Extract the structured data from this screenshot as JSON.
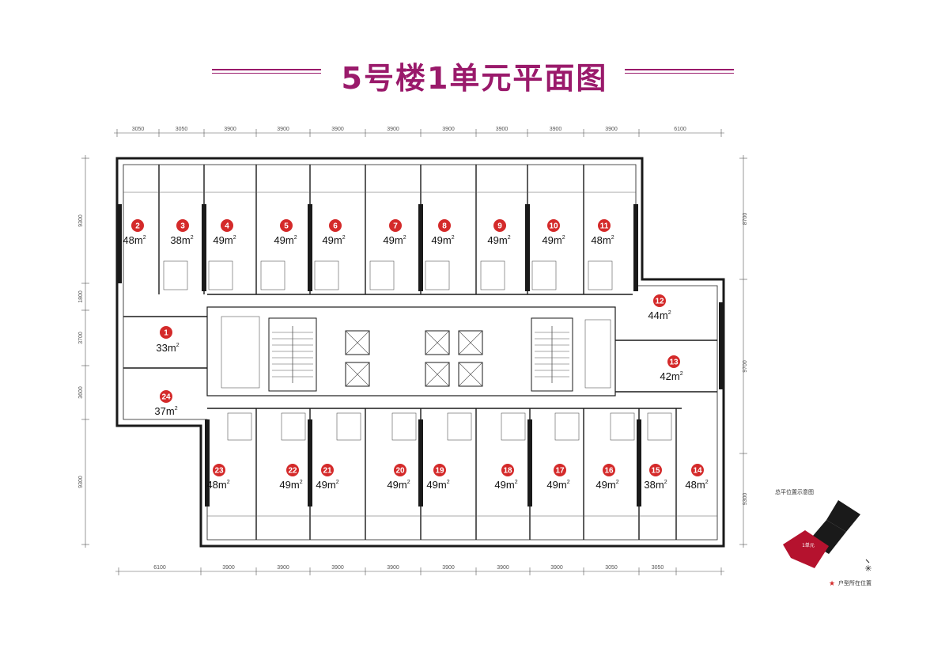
{
  "title": "5号楼1单元平面图",
  "colors": {
    "title": "#9a1a6b",
    "unit_marker": "#d42a2a",
    "wall": "#1a1a1a",
    "line": "#555555"
  },
  "dimensions": {
    "top": [
      "3050",
      "3050",
      "3900",
      "3900",
      "3900",
      "3900",
      "3900",
      "3900",
      "3900",
      "3900",
      "6100"
    ],
    "bottom": [
      "6100",
      "3900",
      "3900",
      "3900",
      "3900",
      "3900",
      "3900",
      "3900",
      "3050",
      "3050"
    ],
    "left": [
      "9300",
      "1800",
      "3700",
      "3600",
      "9300"
    ],
    "right": [
      "8700",
      "9700",
      "9300"
    ]
  },
  "units": [
    {
      "no": "1",
      "area": "33"
    },
    {
      "no": "2",
      "area": "48"
    },
    {
      "no": "3",
      "area": "38"
    },
    {
      "no": "4",
      "area": "49"
    },
    {
      "no": "5",
      "area": "49"
    },
    {
      "no": "6",
      "area": "49"
    },
    {
      "no": "7",
      "area": "49"
    },
    {
      "no": "8",
      "area": "49"
    },
    {
      "no": "9",
      "area": "49"
    },
    {
      "no": "10",
      "area": "49"
    },
    {
      "no": "11",
      "area": "48"
    },
    {
      "no": "12",
      "area": "44"
    },
    {
      "no": "13",
      "area": "42"
    },
    {
      "no": "14",
      "area": "48"
    },
    {
      "no": "15",
      "area": "38"
    },
    {
      "no": "16",
      "area": "49"
    },
    {
      "no": "17",
      "area": "49"
    },
    {
      "no": "18",
      "area": "49"
    },
    {
      "no": "19",
      "area": "49"
    },
    {
      "no": "20",
      "area": "49"
    },
    {
      "no": "21",
      "area": "49"
    },
    {
      "no": "22",
      "area": "49"
    },
    {
      "no": "23",
      "area": "48"
    },
    {
      "no": "24",
      "area": "37"
    }
  ],
  "area_unit": "m",
  "area_sup": "2",
  "site_map": {
    "label": "总平位置示意图",
    "unit_label": "1单元",
    "legend": "户型所在位置"
  }
}
